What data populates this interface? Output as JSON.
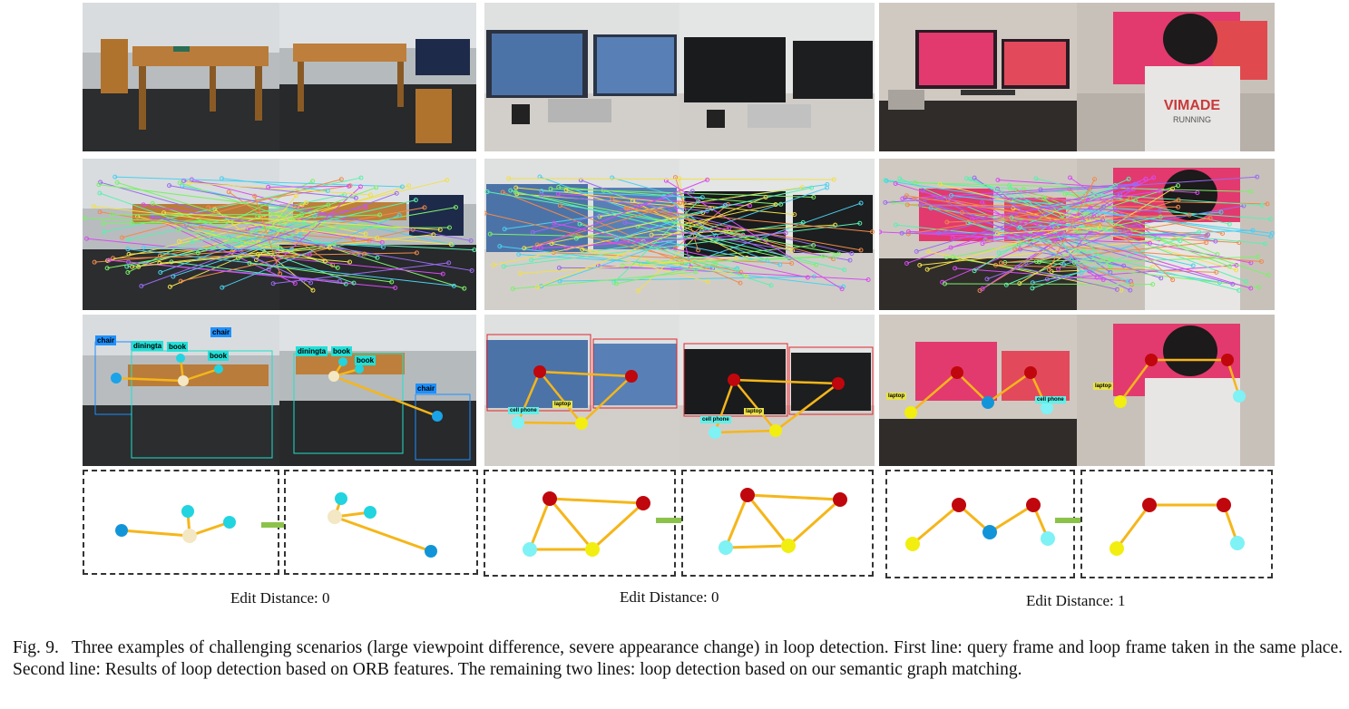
{
  "figure": {
    "columns": [
      {
        "scene": "office-table",
        "edit_distance_label": "Edit Distance: 0",
        "detection_labels": {
          "left": [
            "chair",
            "diningta",
            "book",
            "chair",
            "book"
          ],
          "right": [
            "diningta",
            "book",
            "book",
            "chair"
          ]
        }
      },
      {
        "scene": "desk-monitors",
        "edit_distance_label": "Edit Distance: 0",
        "detection_labels": {
          "left": [
            "cell phone",
            "laptop"
          ],
          "right": [
            "cell phone",
            "laptop"
          ]
        }
      },
      {
        "scene": "desk-ubuntu",
        "edit_distance_label": "Edit Distance: 1",
        "detection_labels": {
          "left": [
            "laptop",
            "cell phone"
          ],
          "right": [
            "laptop"
          ]
        }
      }
    ],
    "shirt_text": [
      "VIMADE",
      "RUNNING"
    ],
    "caption": {
      "label": "Fig. 9.",
      "text": "Three examples of challenging scenarios (large viewpoint difference, severe appearance change) in loop detection. First line: query frame and loop frame taken in the same place. Second line: Results of loop detection based on ORB features. The remaining two lines: loop detection based on our semantic graph matching."
    },
    "colors": {
      "edge": "#f5b61a",
      "node_red": "#c0070d",
      "node_yellow": "#f2ee10",
      "node_cyan": "#7ef2f4",
      "node_blue": "#1295d8",
      "node_beige": "#f3e7c4",
      "arrow": "#8bc34a"
    }
  }
}
